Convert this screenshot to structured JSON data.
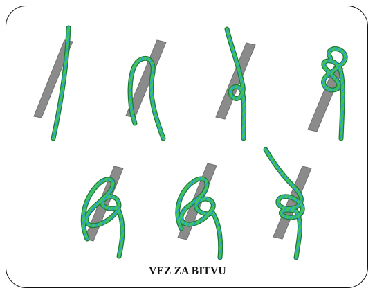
{
  "caption": "VEZ ZA BITVU",
  "colors": {
    "rope_outer": "#1f7a36",
    "rope_main": "#3fc35a",
    "rope_stripe": "#2aa0d8",
    "bollard": "#8b8b8b",
    "bollard_edge": "#6f6f6f"
  },
  "steps": [
    {
      "name": "knot-step-1"
    },
    {
      "name": "knot-step-2"
    },
    {
      "name": "knot-step-3"
    },
    {
      "name": "knot-step-4"
    },
    {
      "name": "knot-step-5"
    },
    {
      "name": "knot-step-6"
    },
    {
      "name": "knot-step-7"
    }
  ]
}
